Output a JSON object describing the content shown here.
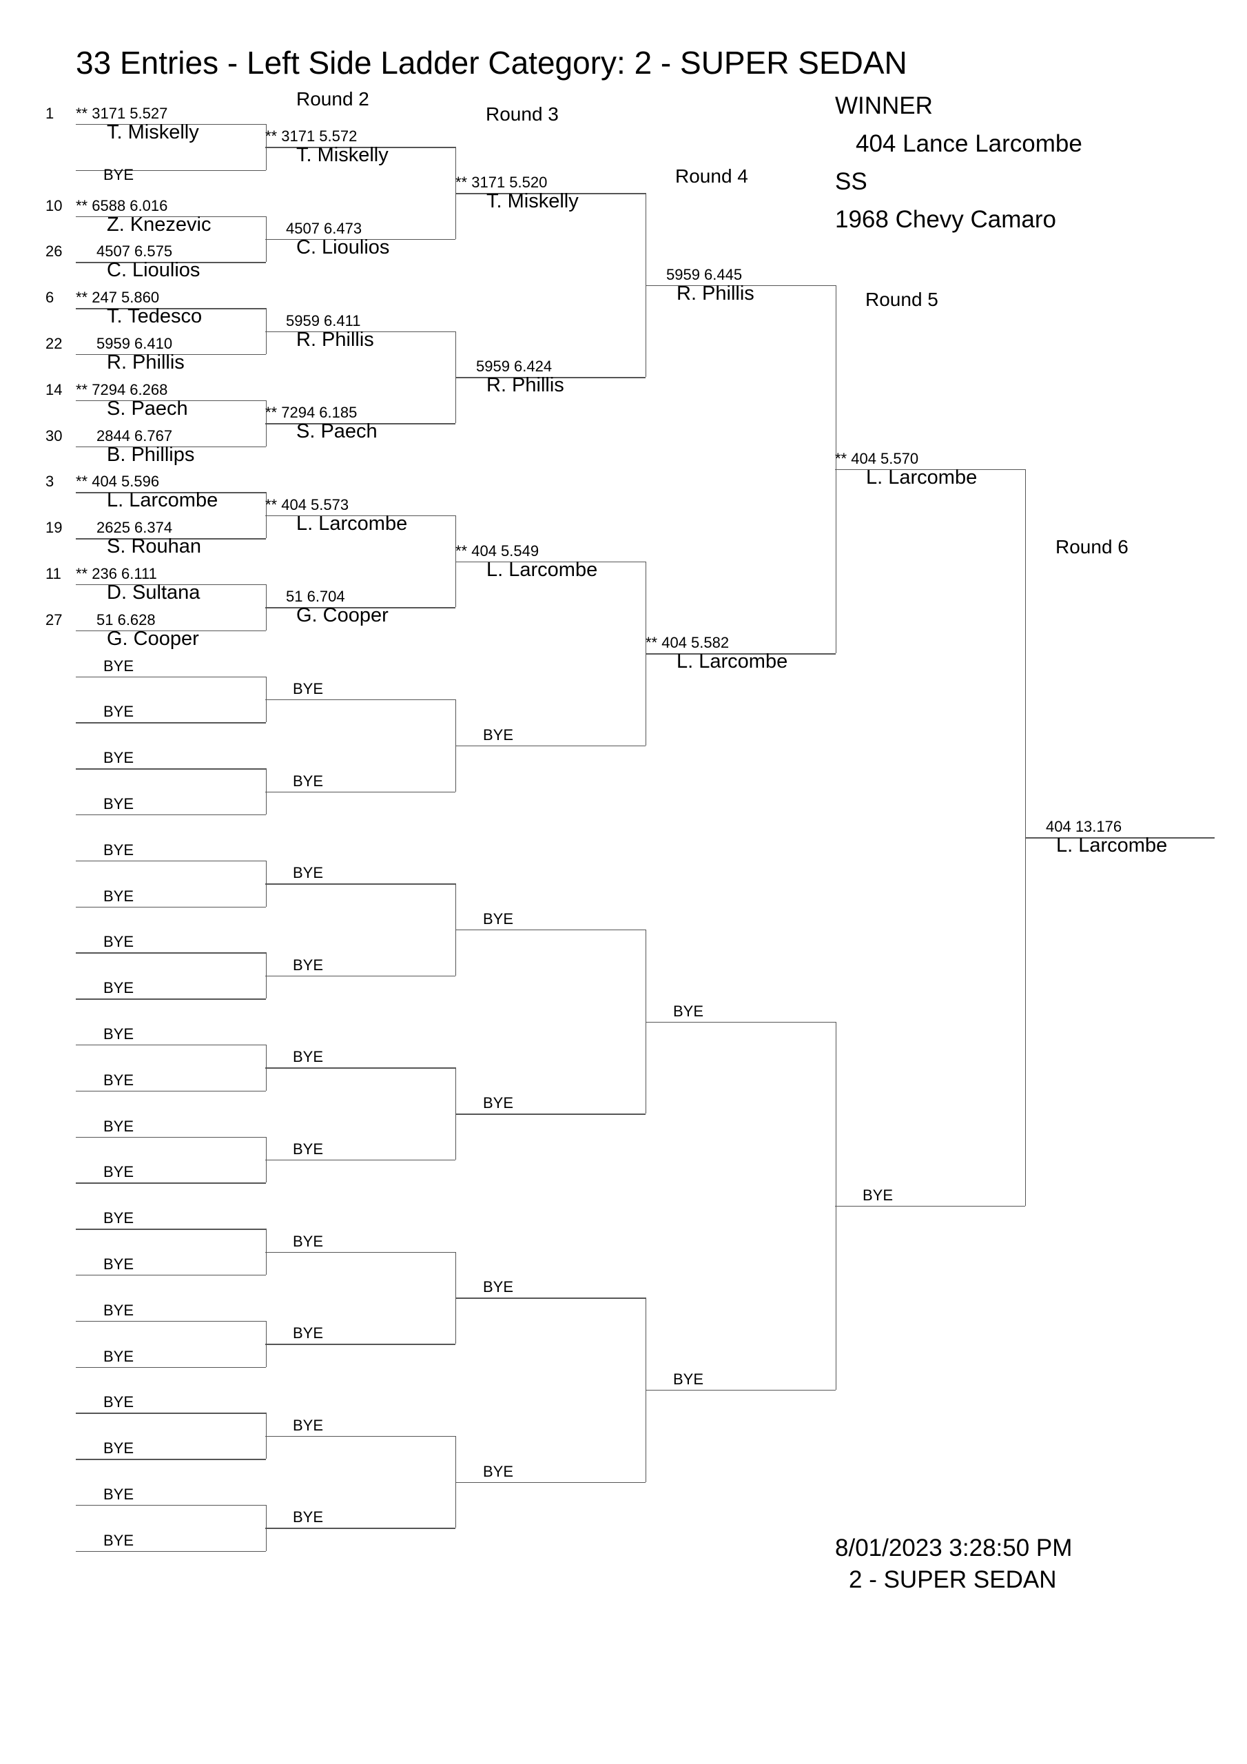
{
  "title": "33 Entries - Left Side Ladder Category:   2 - SUPER SEDAN",
  "winner": {
    "heading": "WINNER",
    "line1": "404  Lance Larcombe",
    "line2": "SS",
    "line3": "1968 Chevy Camaro"
  },
  "rounds": {
    "r2": "Round 2",
    "r3": "Round 3",
    "r4": "Round 4",
    "r5": "Round 5",
    "r6": "Round 6"
  },
  "bye_label": "BYE",
  "round1": [
    {
      "seed": "1",
      "perf": "**  3171  5.527",
      "name": "T. Miskelly"
    },
    {
      "bye": "BYE"
    },
    {
      "seed": "10",
      "perf": "**  6588  6.016",
      "name": "Z. Knezevic"
    },
    {
      "seed": "26",
      "perf": "4507  6.575",
      "name": "C. Lioulios"
    },
    {
      "seed": "6",
      "perf": "**   247  5.860",
      "name": "T. Tedesco"
    },
    {
      "seed": "22",
      "perf": "5959  6.410",
      "name": "R. Phillis"
    },
    {
      "seed": "14",
      "perf": "**  7294  6.268",
      "name": "S. Paech"
    },
    {
      "seed": "30",
      "perf": "2844  6.767",
      "name": "B. Phillips"
    },
    {
      "seed": "3",
      "perf": "**   404  5.596",
      "name": "L. Larcombe"
    },
    {
      "seed": "19",
      "perf": "2625  6.374",
      "name": "S. Rouhan"
    },
    {
      "seed": "11",
      "perf": "**   236  6.111",
      "name": "D. Sultana"
    },
    {
      "seed": "27",
      "perf": "51  6.628",
      "name": "G. Cooper"
    }
  ],
  "round2": [
    {
      "perf": "**  3171  5.572",
      "name": "T. Miskelly"
    },
    {
      "perf": "4507  6.473",
      "name": "C. Lioulios"
    },
    {
      "perf": "5959  6.411",
      "name": "R. Phillis"
    },
    {
      "perf": "**  7294  6.185",
      "name": "S. Paech"
    },
    {
      "perf": "**   404  5.573",
      "name": "L. Larcombe"
    },
    {
      "perf": "51  6.704",
      "name": "G. Cooper"
    }
  ],
  "round3": [
    {
      "perf": "**  3171  5.520",
      "name": "T. Miskelly"
    },
    {
      "perf": "5959  6.424",
      "name": "R. Phillis"
    },
    {
      "perf": "**    404  5.549",
      "name": "L. Larcombe"
    }
  ],
  "round4": [
    {
      "perf": "5959  6.445",
      "name": "R. Phillis"
    },
    {
      "perf": "**    404  5.582",
      "name": "L. Larcombe"
    }
  ],
  "round5": [
    {
      "perf": "**    404  5.570",
      "name": "L. Larcombe"
    }
  ],
  "round6": [
    {
      "perf": "404  13.176",
      "name": "L. Larcombe"
    }
  ],
  "footer": {
    "timestamp": "8/01/2023 3:28:50 PM",
    "category": "2 - SUPER SEDAN"
  }
}
